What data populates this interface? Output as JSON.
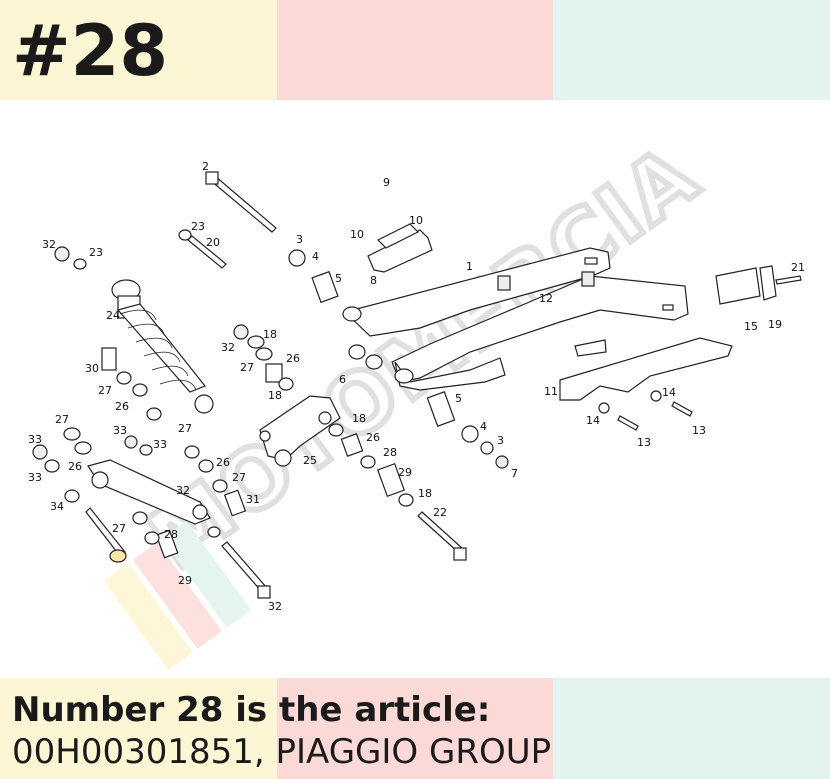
{
  "header": {
    "number": "#28"
  },
  "caption": {
    "line1": "Number 28 is the article:",
    "line2": "00H00301851, PIAGGIO GROUP"
  },
  "watermark": {
    "text": "MOTOMERCIA"
  },
  "colors": {
    "band_yellow": "#fdf6d4",
    "band_pink": "#fbd9d7",
    "band_mint": "#e3f4ee",
    "text": "#1a1a1a",
    "watermark": "#cccccc"
  },
  "callouts": [
    "1",
    "2",
    "3",
    "3",
    "4",
    "4",
    "5",
    "5",
    "6",
    "7",
    "8",
    "9",
    "10",
    "10",
    "11",
    "12",
    "13",
    "13",
    "14",
    "14",
    "15",
    "18",
    "18",
    "18",
    "18",
    "19",
    "20",
    "21",
    "22",
    "23",
    "23",
    "24",
    "25",
    "26",
    "26",
    "26",
    "26",
    "26",
    "27",
    "27",
    "27",
    "27",
    "27",
    "27",
    "28",
    "28",
    "29",
    "29",
    "30",
    "31",
    "32",
    "32",
    "32",
    "32",
    "33",
    "33",
    "33",
    "33",
    "34"
  ]
}
